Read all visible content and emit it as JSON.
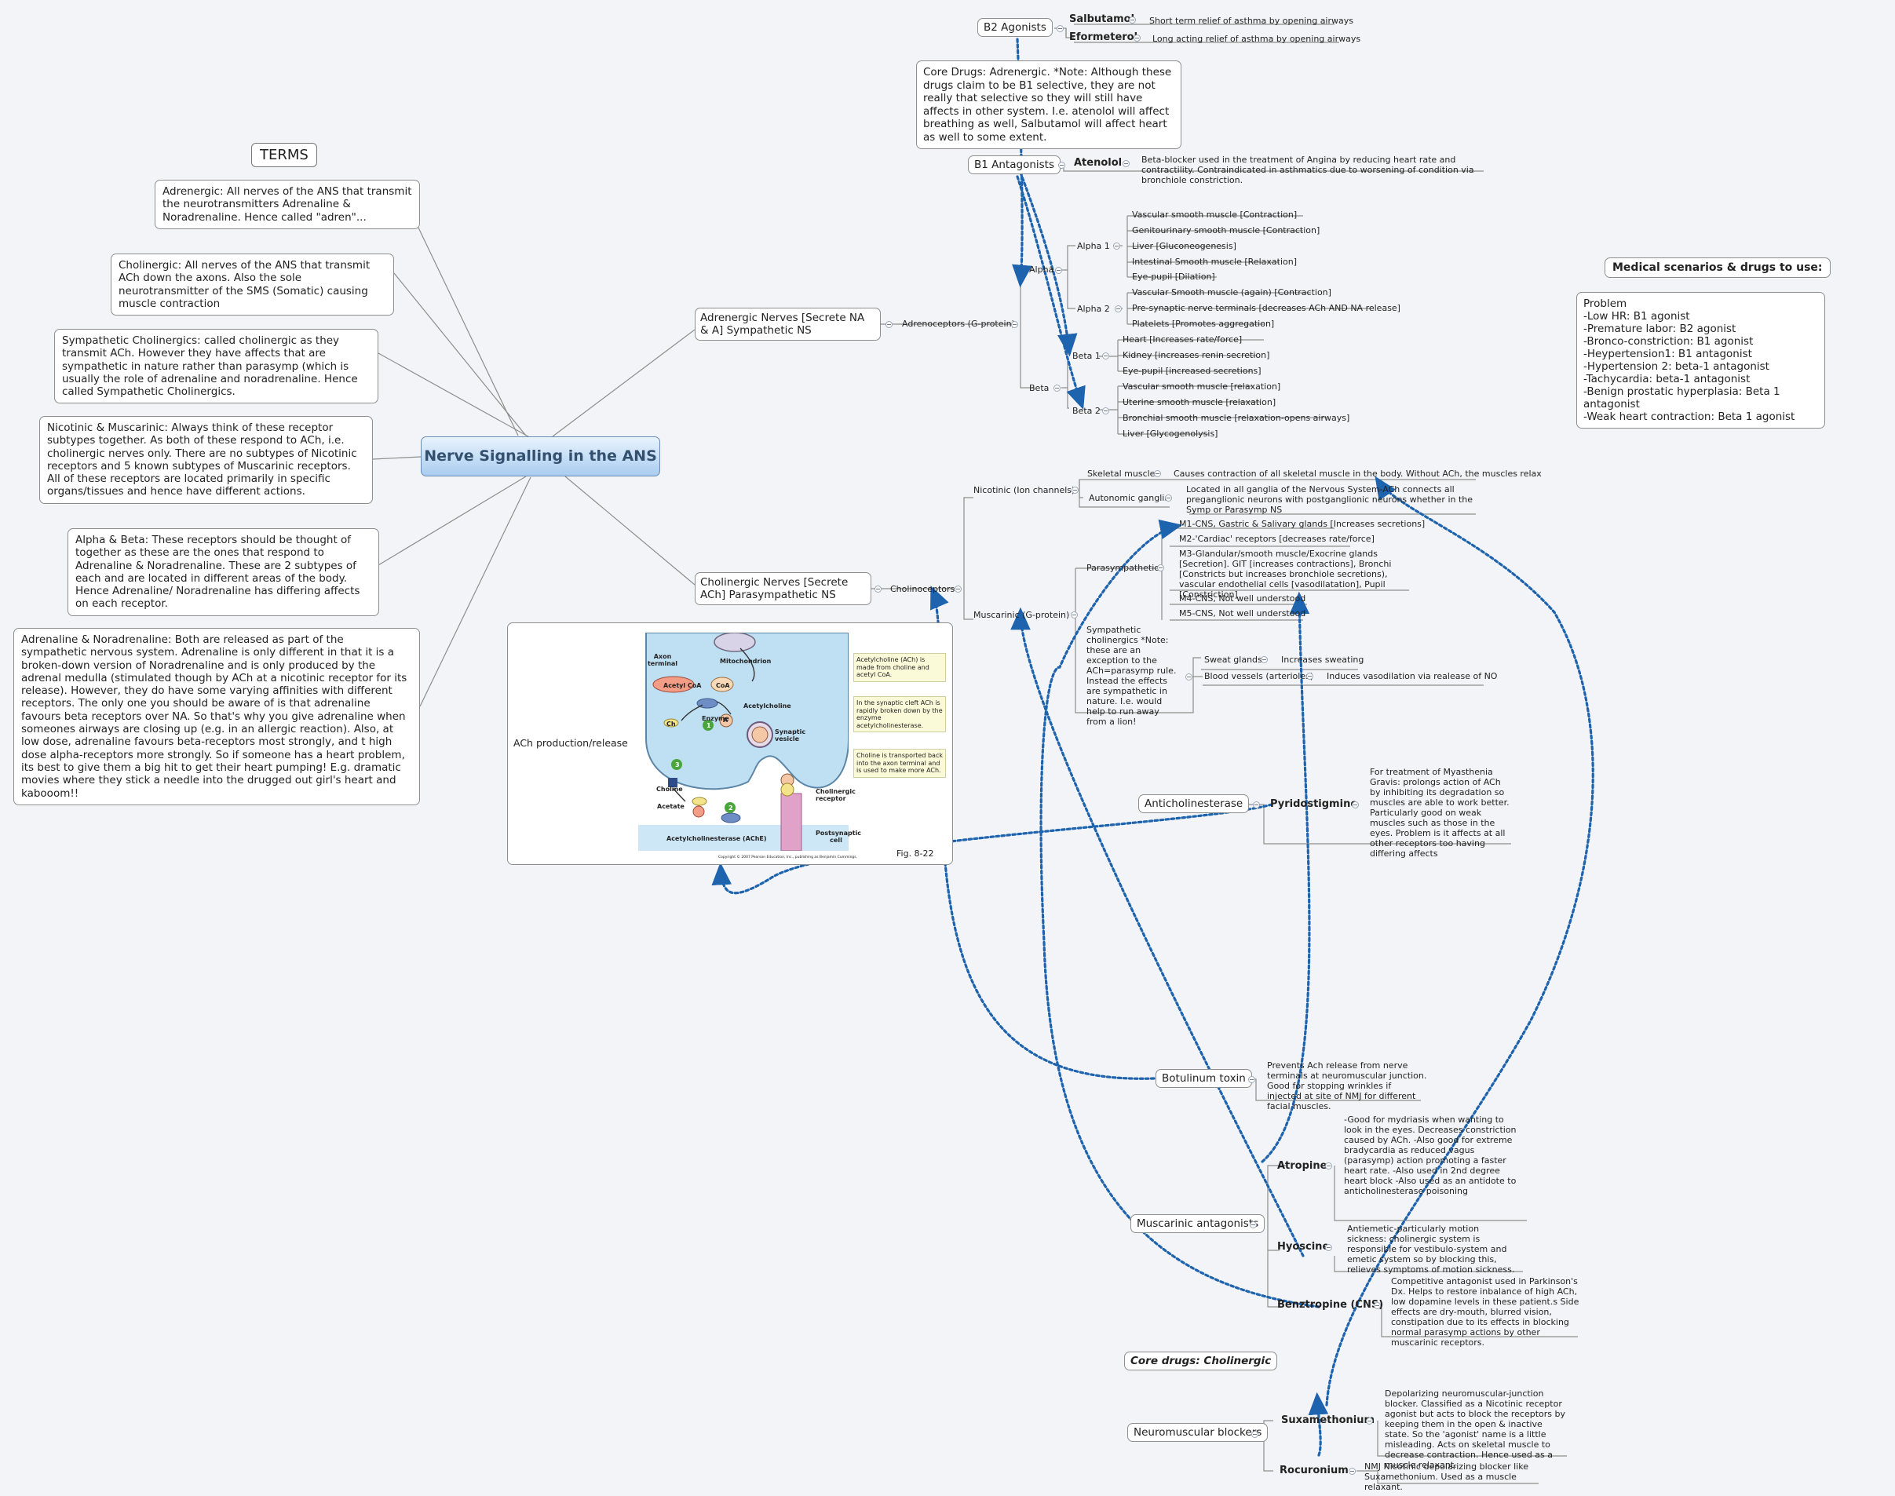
{
  "central": "Nerve Signalling in the ANS",
  "terms_title": "TERMS",
  "terms": [
    "Adrenergic: All nerves of the ANS that transmit the neurotransmitters Adrenaline & Noradrenaline. Hence called \"adren\"...",
    "Cholinergic: All nerves of the ANS that transmit ACh down the axons. Also the sole neurotransmitter of the SMS (Somatic) causing muscle contraction",
    "Sympathetic Cholinergics: called cholinergic as they transmit ACh. However they have affects that are sympathetic in nature rather than parasymp (which is usually the role of adrenaline and noradrenaline. Hence called Sympathetic Cholinergics.",
    "Nicotinic & Muscarinic: Always think of these receptor subtypes together. As both of these respond to ACh, i.e. cholinergic nerves only. There are no subtypes of Nicotinic receptors and 5 known subtypes of Muscarinic receptors. All of these receptors are located primarily in specific organs/tissues and hence have different actions.",
    "Alpha & Beta: These receptors should be thought of together as these are the ones that respond to Adrenaline & Noradrenaline. These are 2 subtypes of each and are located in different areas of the body. Hence Adrenaline/ Noradrenaline has differing affects on each receptor.",
    "Adrenaline & Noradrenaline: Both are released as part of the sympathetic nervous system. Adrenaline is only different in that it is a broken-down version of Noradrenaline and is only produced by the adrenal medulla (stimulated though by ACh at a nicotinic receptor for its release). However, they do have some varying affinities with different receptors. The only one you should be aware of is that adrenaline favours beta receptors over NA. So that's why you give adrenaline when someones airways are closing up (e.g. in an allergic reaction). Also, at low dose, adrenaline favours beta-receptors most strongly, and t high dose alpha-receptors more strongly. So if someone has a heart problem, its best to give them a big hit to get their heart pumping! E.g. dramatic movies where they stick a needle into the drugged out girl's heart and kabooom!!"
  ],
  "adrenergic": {
    "title": "Adrenergic Nerves [Secrete NA & A] Sympathetic NS",
    "adrenoceptors": "Adrenoceptors (G-protein)",
    "alpha": "Alpha",
    "beta": "Beta",
    "alpha1": "Alpha 1",
    "alpha1_items": [
      "Vascular smooth muscle [Contraction]",
      "Genitourinary smooth muscle [Contraction]",
      "Liver [Gluconeogenesis]",
      "Intestinal Smooth muscle [Relaxation]",
      "Eye-pupil [Dilation]"
    ],
    "alpha2": "Alpha 2",
    "alpha2_items": [
      "Vascular Smooth muscle (again) [Contraction]",
      "Pre-synaptic nerve terminals [decreases ACh AND NA release]",
      "Platelets [Promotes aggregation]"
    ],
    "beta1": "Beta 1",
    "beta1_items": [
      "Heart [Increases rate/force]",
      "Kidney [increases renin secretion]",
      "Eye-pupil [increased secretions]"
    ],
    "beta2": "Beta 2",
    "beta2_items": [
      "Vascular smooth muscle [relaxation]",
      "Uterine smooth muscle [relaxation]",
      "Bronchial smooth muscle [relaxation-opens airways]",
      "Liver [Glycogenolysis]"
    ]
  },
  "b2": {
    "title": "B2 Agonists",
    "salbutamol": "Salbutamol",
    "salbutamol_desc": "Short term relief of asthma by opening airways",
    "eformeterol": "Eformeterol",
    "eformeterol_desc": "Long acting relief of asthma by opening airways"
  },
  "core_adrenergic": "Core Drugs: Adrenergic. *Note: Although these drugs claim to be B1 selective, they are not really that selective so they will still have affects in other system. I.e. atenolol will affect breathing as well, Salbutamol will affect heart as well to some extent.",
  "b1": {
    "title": "B1 Antagonists",
    "atenolol": "Atenolol",
    "atenolol_desc": "Beta-blocker used in the treatment of Angina by reducing heart rate and contractility. Contraindicated in asthmatics due to worsening of condition via bronchiole constriction."
  },
  "scenarios": {
    "title": "Medical scenarios & drugs to use:",
    "lines": [
      "Problem",
      "-Low HR: B1 agonist",
      "-Premature labor: B2 agonist",
      "-Bronco-constriction: B1 agonist",
      "-Heypertension1: B1 antagonist",
      "-Hypertension 2: beta-1 antagonist",
      "-Tachycardia: beta-1 antagonist",
      "-Benign prostatic hyperplasia: Beta 1 antagonist",
      "-Weak heart contraction: Beta 1 agonist"
    ]
  },
  "cholinergic": {
    "title": "Cholinergic Nerves [Secrete ACh] Parasympathetic NS",
    "cholinoceptors": "Cholinoceptors",
    "nicotinic": "Nicotinic (Ion channels)",
    "skeletal": "Skeletal muscle",
    "skeletal_desc": "Causes contraction of all skeletal muscle in the body. Without ACh, the muscles relax",
    "autonomic": "Autonomic ganglia",
    "autonomic_desc": "Located in all ganglia of the Nervous System-ACh connects all preganglionic neurons with postganglionic neurons whether in the Symp or Parasymp NS",
    "muscarinic": "Muscarinic (G-protein)",
    "parasympathetics": "Parasympathetics",
    "para_items": [
      "M1-CNS, Gastric & Salivary glands [Increases secretions]",
      "M2-'Cardiac' receptors [decreases rate/force]",
      "M3-Glandular/smooth muscle/Exocrine glands [Secretion]. GIT [increases contractions], Bronchi [Constricts but increases bronchiole secretions), vascular endothelial cells [vasodilatation], Pupil [Constriction]",
      "M4-CNS, Not well understood",
      "M5-CNS, Not well understood"
    ],
    "symp_chol": "Sympathetic cholinergics *Note: these are an exception to the ACh=parasymp rule. Instead the effects are sympathetic in nature. I.e. would help to run away from a lion!",
    "sweat": "Sweat glands",
    "sweat_desc": "Increases sweating",
    "blood": "Blood vessels (arterioles)",
    "blood_desc": "Induces vasodilation via realease of NO"
  },
  "figure": {
    "label": "ACh production/release",
    "axon_terminal": "Axon terminal",
    "mitochondrion": "Mitochondrion",
    "acetyl_coa": "Acetyl CoA",
    "coa": "CoA",
    "enzyme": "Enzyme",
    "acetylcholine": "Acetylcholine",
    "ch": "Ch",
    "a": "A",
    "synaptic_vesicle": "Synaptic vesicle",
    "choline": "Choline",
    "acetate": "Acetate",
    "ache": "Acetylcholinesterase (AChE)",
    "chol_receptor": "Cholinergic receptor",
    "postsynaptic": "Postsynaptic cell",
    "num1": "1",
    "num2": "2",
    "num3": "3",
    "note1": "Acetylcholine (ACh) is made from choline and acetyl CoA.",
    "note2": "In the synaptic cleft ACh is rapidly broken down by the enzyme acetylcholinesterase.",
    "note3": "Choline is transported back into the axon terminal and is used to make more ACh.",
    "fig": "Fig. 8-22",
    "copyright": "Copyright © 2007 Pearson Education, Inc., publishing as Benjamin Cummings."
  },
  "anticholinesterase": {
    "title": "Anticholinesterase",
    "pyridostigmine": "Pyridostigmine",
    "desc": "For treatment of Myasthenia Gravis: prolongs action of ACh by inhibiting its degradation so muscles are able to work better. Particularly good on weak muscles such as those in the eyes. Problem is it affects at all other receptors too having differing affects"
  },
  "botulinum": {
    "title": "Botulinum toxin",
    "desc": "Prevents Ach release from nerve terminals at neuromuscular junction. Good for stopping wrinkles if injected at site of NMJ for different facial muscles."
  },
  "muscarinic_antagonists": {
    "title": "Muscarinic antagonists",
    "atropine": "Atropine",
    "atropine_desc": "-Good for mydriasis when wanting to look in the eyes. Decreases constriction caused by ACh. -Also good for extreme bradycardia as reduced vagus (parasymp) action promoting a faster heart rate. -Also used in 2nd degree heart block -Also used as an antidote to anticholinesterase poisoning",
    "hyoscine": "Hyoscine",
    "hyoscine_desc": "Antiemetic-particularly motion sickness: cholinergic system is responsible for vestibulo-system and emetic system so by blocking this, relieves symptoms of motion sickness.",
    "benztropine": "Benztropine (CNS)",
    "benztropine_desc": "Competitive antagonist used in Parkinson's Dx. Helps to restore inbalance of high ACh, low dopamine levels in these patient.s Side effects are dry-mouth, blurred vision, constipation due to its effects in blocking normal parasymp actions by other muscarinic receptors."
  },
  "core_cholinergic": "Core drugs: Cholinergic",
  "nmb": {
    "title": "Neuromuscular blockers",
    "suxamethonium": "Suxamethonium",
    "sux_desc": "Depolarizing neuromuscular-junction blocker. Classified as a Nicotinic receptor agonist but acts to block the receptors by keeping them in the open & inactive state. So the 'agonist' name is a little misleading. Acts on skeletal muscle to decrease contraction. Hence used as a muscle relaxant.",
    "rocuronium": "Rocuronium",
    "roc_desc": "NMJ Nicotinic depolarizing blocker like Suxamethonium. Used as a muscle relaxant."
  },
  "colors": {
    "link": "#1e63ad",
    "line": "#8d8d8d",
    "central_grad_top": "#e8f3fd",
    "central_grad_bottom": "#a9ccef"
  }
}
